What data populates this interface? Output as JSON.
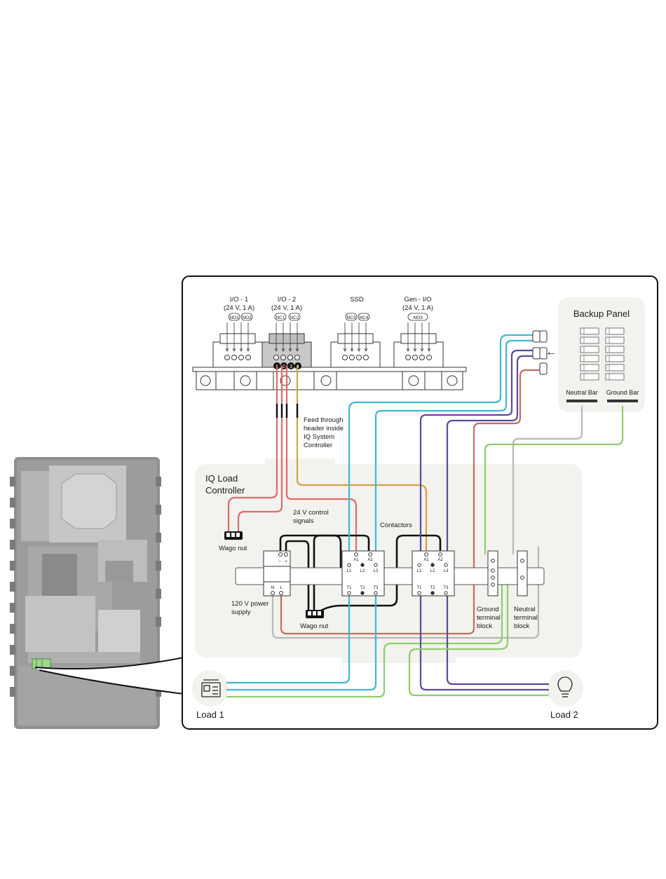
{
  "io_headers": [
    {
      "title": "I/O - 1",
      "rating": "(24 V, 1 A)",
      "tags": [
        "NO1",
        "NO2"
      ]
    },
    {
      "title": "I/O - 2",
      "rating": "(24 V, 1 A)",
      "tags": [
        "NC1",
        "NC2"
      ]
    },
    {
      "title": "SSD",
      "rating": "",
      "tags": [
        "NC3",
        "NC4"
      ]
    },
    {
      "title": "Gen - I/O",
      "rating": "(24 V, 1 A)",
      "tags": [
        "NO3"
      ]
    }
  ],
  "pin_numbers": [
    "1",
    "2",
    "3",
    "4"
  ],
  "backup_panel": {
    "title": "Backup Panel",
    "neutral_bar": "Neutral Bar",
    "ground_bar": "Ground Bar",
    "arrow": "←"
  },
  "feed_through": [
    "Feed through",
    "header inside",
    "IQ System",
    "Controller"
  ],
  "controller_title": [
    "IQ Load",
    "Controller"
  ],
  "control_signals": [
    "24 V control",
    "signals"
  ],
  "contactors_label": "Contactors",
  "wago_nut": "Wago nut",
  "power_supply": {
    "label": [
      "120 V power",
      "supply"
    ],
    "minus": "−",
    "plus": "+",
    "n": "N",
    "l": "L"
  },
  "contactor_terminals": {
    "top": [
      "A1",
      "A2"
    ],
    "line": [
      "L1",
      "L2",
      "L3"
    ],
    "load": [
      "T1",
      "T2",
      "T3"
    ]
  },
  "ground_block_label": [
    "Ground",
    "terminal",
    "block"
  ],
  "neutral_block_label": [
    "Neutral",
    "terminal",
    "block"
  ],
  "loads": {
    "load1": "Load 1",
    "load2": "Load 2"
  },
  "colors": {
    "red": "#e06a6a",
    "cyan": "#3fb6d8",
    "purple": "#5a4aa0",
    "green": "#8ccf6a",
    "orange": "#d4a04a",
    "gray": "#b8b8b8",
    "black": "#111111",
    "brick": "#c0705e"
  }
}
